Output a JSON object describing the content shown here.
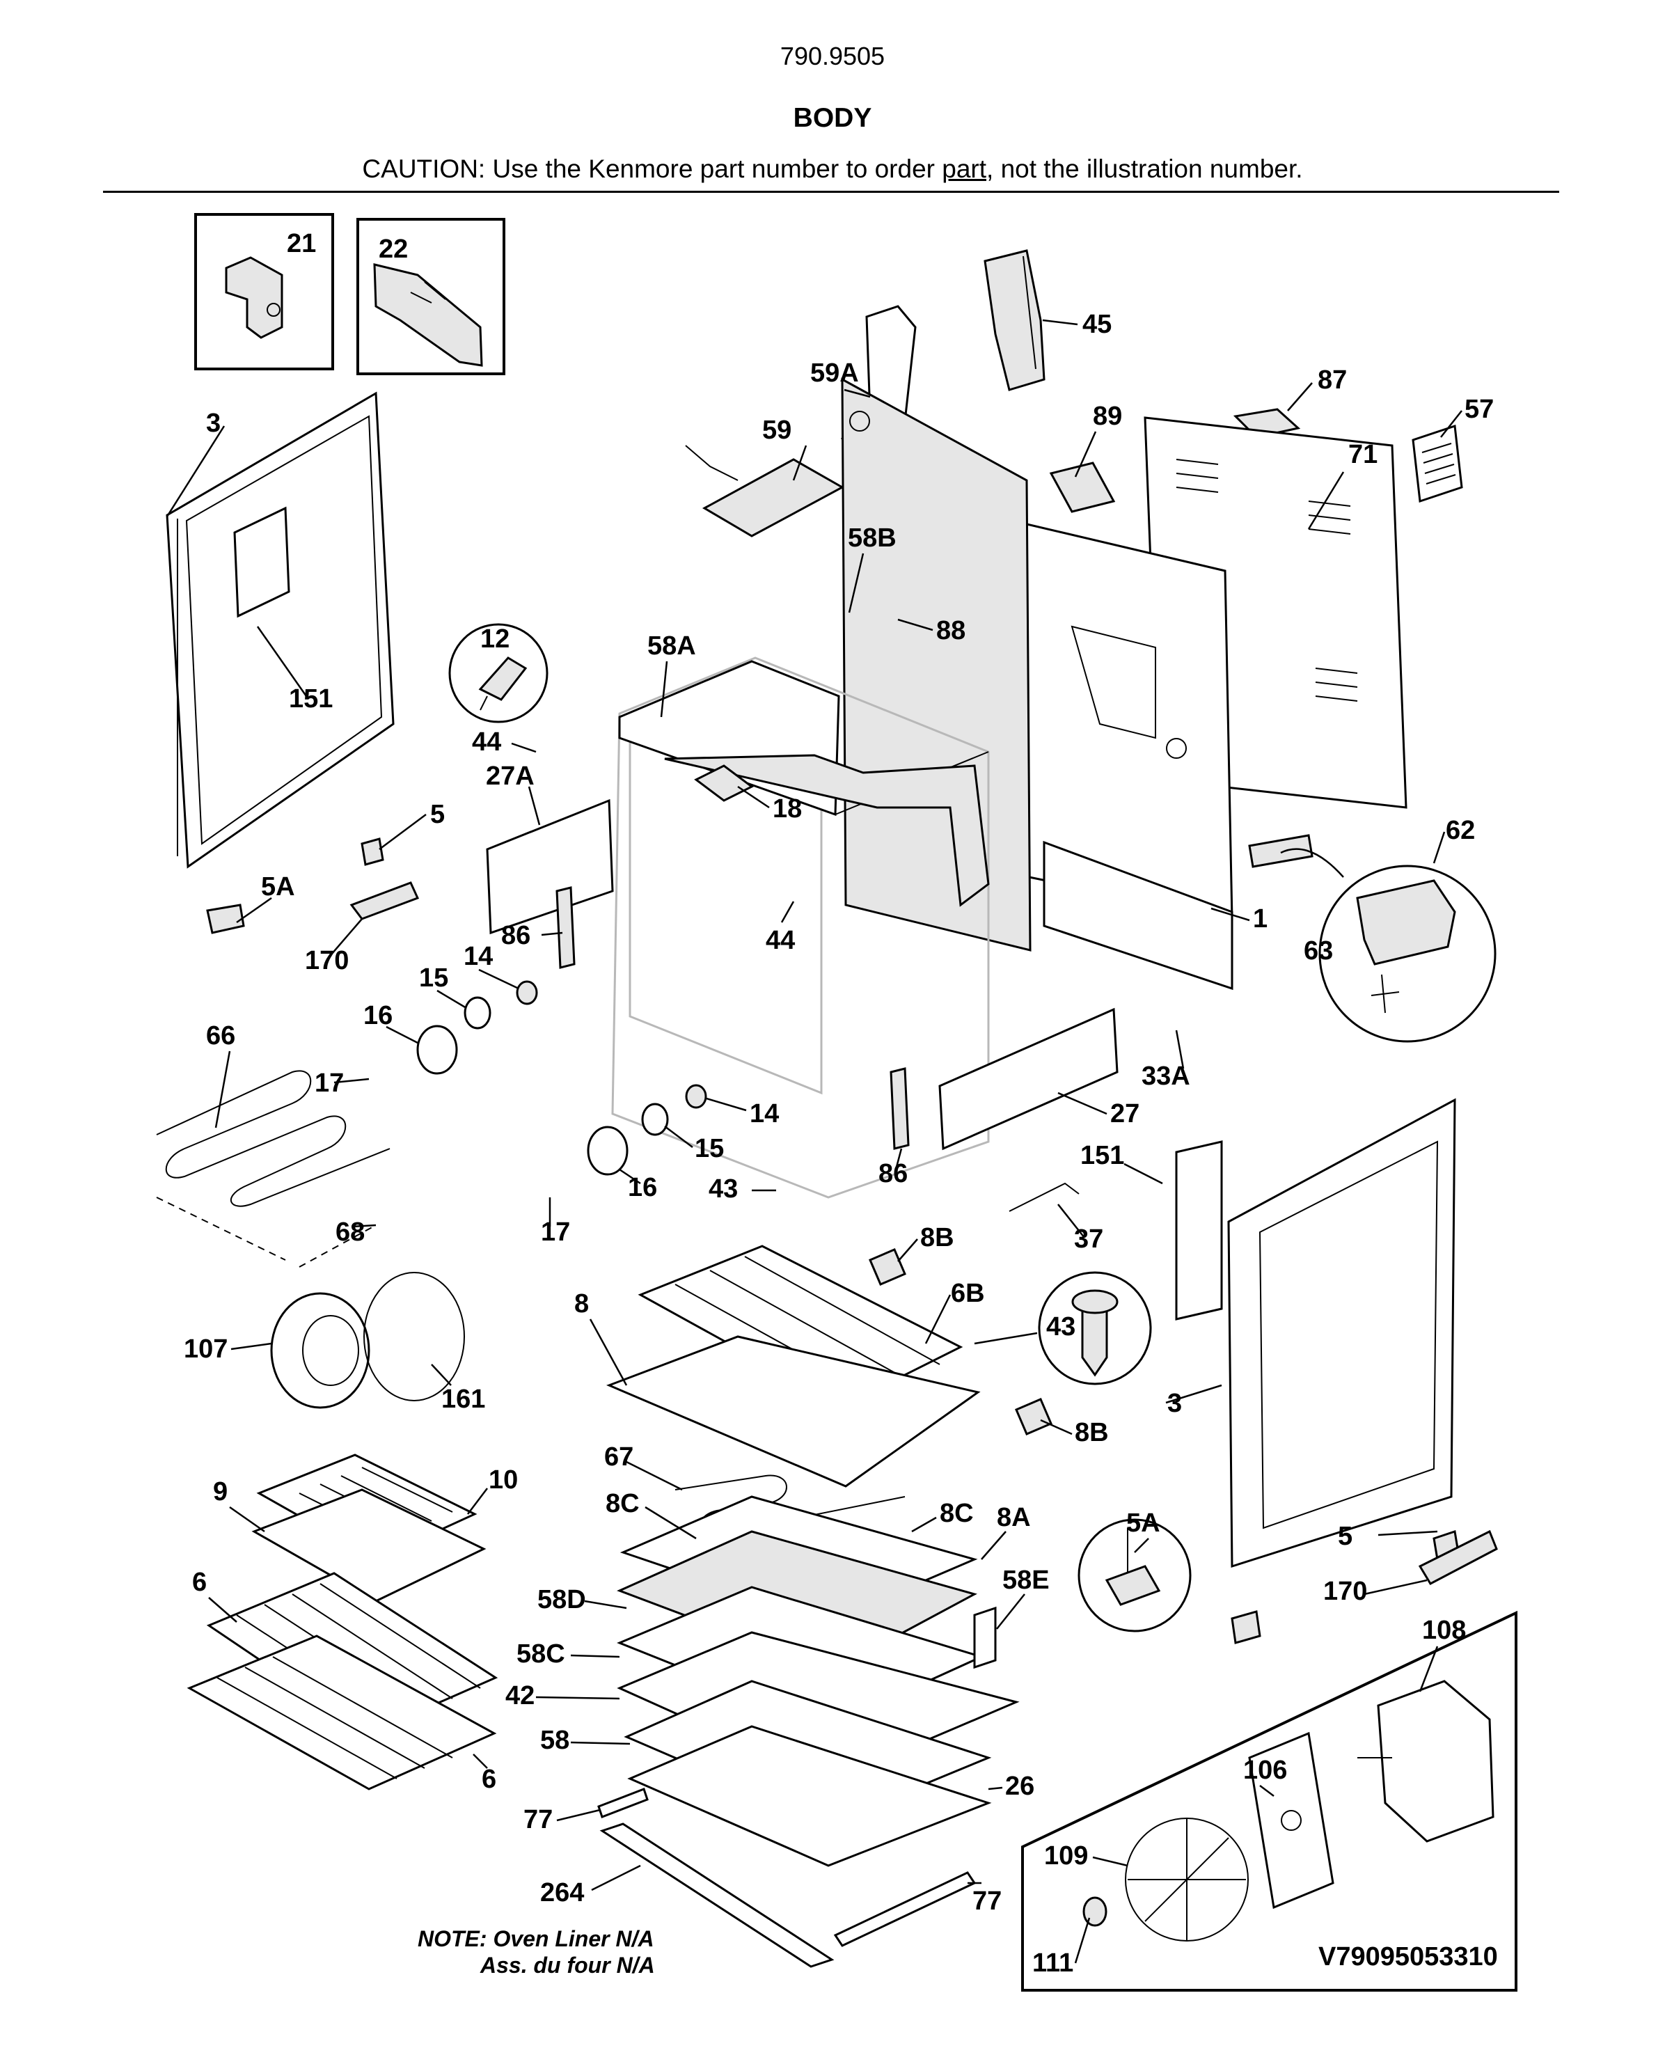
{
  "header": {
    "model_number": "790.9505",
    "section_title": "BODY",
    "caution_prefix": "CAUTION: Use the Kenmore part number to order ",
    "caution_link": "part",
    "caution_suffix": ", not the illustration number."
  },
  "note": {
    "line1": "NOTE: Oven Liner N/A",
    "line2": "Ass. du four N/A"
  },
  "drawing_number": "V79095053310",
  "callouts": [
    "21",
    "22",
    "45",
    "59A",
    "87",
    "57",
    "3",
    "59",
    "89",
    "71",
    "58B",
    "88",
    "12",
    "58A",
    "151",
    "44",
    "27A",
    "18",
    "62",
    "5",
    "5A",
    "1",
    "86",
    "63",
    "170",
    "44",
    "14",
    "15",
    "16",
    "66",
    "17",
    "33A",
    "14",
    "27",
    "15",
    "16",
    "86",
    "151",
    "68",
    "17",
    "43",
    "8B",
    "37",
    "6B",
    "8",
    "43",
    "107",
    "161",
    "3",
    "8B",
    "67",
    "10",
    "9",
    "8C",
    "8C",
    "8A",
    "5A",
    "5",
    "58E",
    "170",
    "6",
    "58D",
    "108",
    "58C",
    "42",
    "106",
    "58",
    "6",
    "26",
    "77",
    "109",
    "264",
    "77",
    "111"
  ]
}
